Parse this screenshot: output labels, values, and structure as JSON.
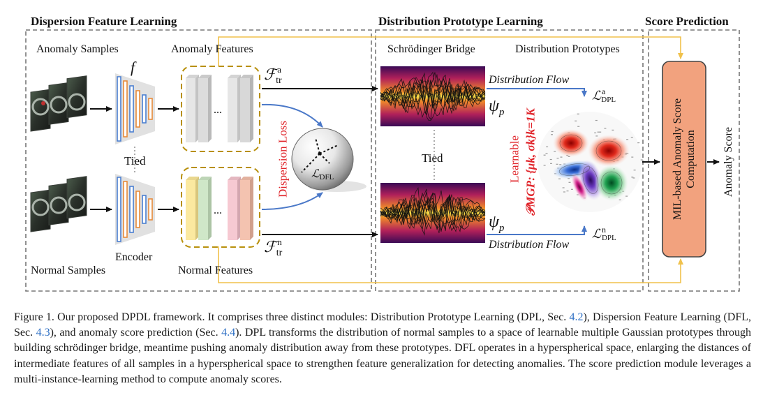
{
  "sections": {
    "dispersion": "Dispersion Feature Learning",
    "prototype": "Distribution Prototype Learning",
    "score": "Score Prediction"
  },
  "labels": {
    "anomaly_samples": "Anomaly Samples",
    "normal_samples": "Normal Samples",
    "anomaly_features": "Anomaly Features",
    "normal_features": "Normal Features",
    "encoder": "Encoder",
    "encoder_symbol": "f",
    "tied_left": "Tied",
    "tied_right": "Tied",
    "schrodinger_bridge": "Schrödinger Bridge",
    "distribution_prototypes": "Distribution Prototypes",
    "distribution_flow_top": "Distribution Flow",
    "distribution_flow_bottom": "Distribution Flow",
    "dispersion_loss": "Dispersion Loss",
    "feature_dots": "...",
    "learnable": "Learnable",
    "mgp_prototypes": "𝒫MGP: {μk, σk}k=1K",
    "mil_block": "MIL-based Anomaly Score Computation",
    "anomaly_score": "Anomaly Score",
    "F_tr_a": "ℱ",
    "F_tr_a_sub": "tr",
    "F_tr_a_sup": "a",
    "F_tr_n": "ℱ",
    "F_tr_n_sub": "tr",
    "F_tr_n_sup": "n",
    "psi_top": "ψ",
    "psi_top_sub": "p",
    "psi_bottom": "ψ",
    "psi_bottom_sub": "p",
    "L_dpl_a": "ℒ",
    "L_dpl_a_sup": "a",
    "L_dpl_a_sub": "DPL",
    "L_dpl_n": "ℒ",
    "L_dpl_n_sup": "n",
    "L_dpl_n_sub": "DPL",
    "L_dfl": "ℒ",
    "L_dfl_sub": "DFL"
  },
  "caption": {
    "p1": "Figure 1. Our proposed DPDL framework. It comprises three distinct modules: Distribution Prototype Learning (DPL, Sec. ",
    "r1": "4.2",
    "p2": "), Dispersion Feature Learning (DFL, Sec. ",
    "r2": "4.3",
    "p3": "), and anomaly score prediction (Sec. ",
    "r3": "4.4",
    "p4": "). DPL transforms the distribution of normal samples to a space of learnable multiple Gaussian prototypes through building schrödinger bridge, meantime pushing anomaly distribution away from these prototypes. DFL operates in a hyperspherical space, enlarging the distances of intermediate features of all samples in a hyperspherical space to strengthen feature generalization for detecting anomalies. The score prediction module leverages a multi-instance-learning method to compute anomaly scores."
  },
  "colors": {
    "frame_dash": "#777777",
    "yellow_line": "#f0c14b",
    "gold_dash": "#b8900c",
    "blue_arrow": "#4a78c8",
    "red_text": "#e0242a",
    "mil_fill": "#f2a27e",
    "reference": "#2d6fc4"
  },
  "feature_palette": {
    "anomaly": [
      "#e6e6e6",
      "#dcdcdc",
      "#e6e6e6",
      "#d8d8d8"
    ],
    "normal": [
      "#fbe9a0",
      "#cfe7c8",
      "#f6c9d2",
      "#f4c3b0"
    ]
  },
  "icons": [
    "hypersphere-icon",
    "gaussian-prototypes-icon",
    "encoder-icon",
    "ring-sample-icon"
  ]
}
